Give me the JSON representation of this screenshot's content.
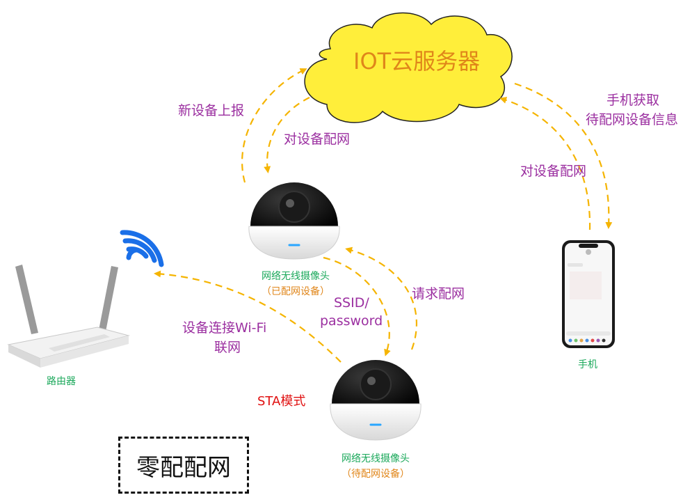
{
  "cloud": {
    "label": "IOT云服务器",
    "color": "#ffee3a",
    "text_color": "#e0861a"
  },
  "labels": {
    "new_device_report": "新设备上报",
    "config_device_left": "对设备配网",
    "phone_get_info_line1": "手机获取",
    "phone_get_info_line2": "待配网设备信息",
    "config_device_right": "对设备配网",
    "request_config": "请求配网",
    "ssid_line1": "SSID/",
    "ssid_line2": "password",
    "wifi_connect_line1": "设备连接Wi-Fi",
    "wifi_connect_line2": "联网",
    "sta_mode": "STA模式"
  },
  "nodes": {
    "camera_top": {
      "name": "网络无线摄像头",
      "status": "（已配网设备）"
    },
    "camera_bottom": {
      "name": "网络无线摄像头",
      "status": "（待配网设备）"
    },
    "router": {
      "name": "路由器"
    },
    "phone": {
      "name": "手机"
    }
  },
  "title": "零配配网",
  "colors": {
    "arrow": "#f5b400",
    "purple": "#9b2fa0",
    "green": "#1aa85a",
    "wifi": "#1a6fe8"
  }
}
